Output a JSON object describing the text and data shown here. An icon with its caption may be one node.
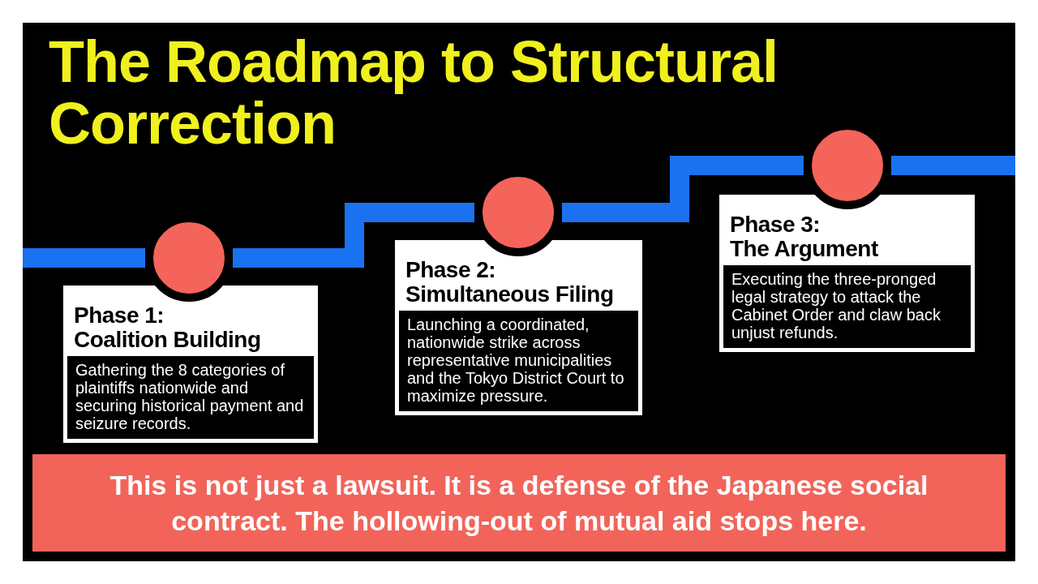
{
  "diagram": {
    "title": "The Roadmap to Structural Correction",
    "nodes": [
      {
        "text": [],
        "shape": "circle"
      },
      {
        "text": [
          "Phase 1: Coalition Building",
          "Gathering the 8 categories of plaintiffs nationwide and securing historical payment and seizure records."
        ]
      },
      {
        "text": [],
        "shape": "circle"
      },
      {
        "text": [
          "Phase 2: Simultaneous Filing",
          "Launching a coordinated, nationwide strike across representative municipalities and the Tokyo District Court to maximize pressure."
        ]
      },
      {
        "text": [],
        "shape": "circle"
      },
      {
        "text": [
          "Phase 3: The Argument",
          "Executing the three-pronged legal strategy to attack the Cabinet Order and claw back unjust refunds."
        ]
      },
      {
        "text": [
          "This is not just a lawsuit. It is a defense of the Japanese social contract. The hollowing-out of mutual aid stops here."
        ]
      }
    ],
    "edges": [
      {
        "from": null,
        "to": 0,
        "arrow": "none"
      },
      {
        "from": 0,
        "to": 2,
        "arrow": "none"
      },
      {
        "from": 2,
        "to": 4,
        "arrow": "none"
      },
      {
        "from": 4,
        "to": null,
        "arrow": "none"
      }
    ]
  }
}
